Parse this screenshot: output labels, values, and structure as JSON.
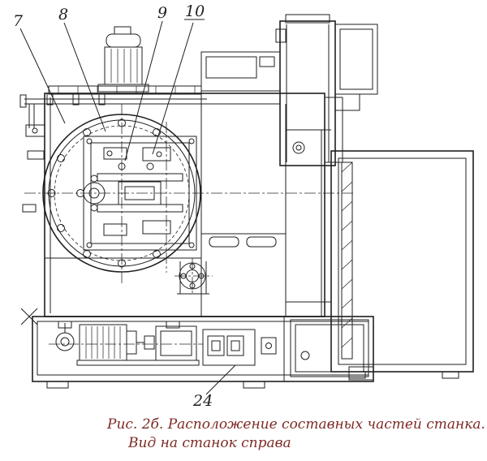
{
  "colors": {
    "ink": "#1f1f1f",
    "caption": "#7d2a24"
  },
  "callouts": {
    "c7": {
      "label": "7"
    },
    "c8": {
      "label": "8"
    },
    "c9": {
      "label": "9"
    },
    "c10": {
      "label": "10"
    },
    "c24": {
      "label": "24"
    }
  },
  "caption": {
    "line1": "Рис. 2б. Расположение составных частей станка.",
    "line2": "Вид на станок справа"
  }
}
